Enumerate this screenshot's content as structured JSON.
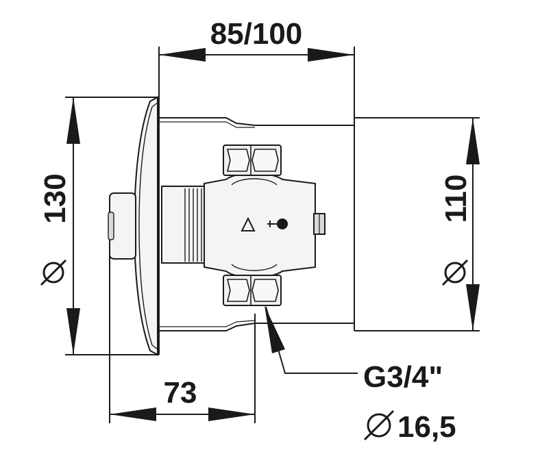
{
  "dimensions": {
    "top_width": "85/100",
    "left_diameter": "130",
    "right_diameter": "110",
    "bottom_width": "73",
    "thread": "G3/4\"",
    "pipe_diameter": "16,5"
  },
  "symbols": {
    "diameter_glyph": "diameter-symbol",
    "warning_glyph": "warning-triangle-icon"
  },
  "colors": {
    "line": "#1a1a1a",
    "body_fill": "#f4f4f4",
    "shade": "#d9d9d9",
    "nut_fill": "#efefef"
  }
}
